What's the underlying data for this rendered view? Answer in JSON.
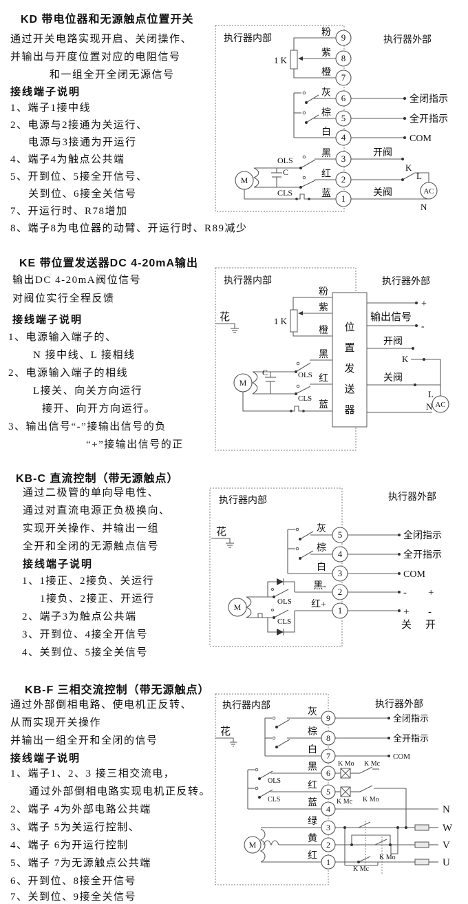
{
  "sections": [
    {
      "title": "KD 带电位器和无源触点位置开关",
      "subtitle": "接线端子说明",
      "desc": [
        "通过开关电路实现开启、关闭操作、",
        "并输出与开度位置对应的电阻信号",
        "和一组全开全闭无源信号"
      ],
      "items": [
        "1、端子1接中线",
        "2、电源与2接通为关运行、",
        "电源与3接通为开运行",
        "4、端子4为触点公共端",
        "5、开到位、5接全开信号、",
        "关到位、6接全关信号",
        "7、开运行时、R78增加",
        "8、端子8为电位器的动臂、开运行时、R89减少"
      ],
      "d": {
        "inside": "执行器内部",
        "outside": "执行器外部",
        "pot": "1 K",
        "m": "M",
        "c": "C",
        "ols": "OLS",
        "cls": "CLS",
        "wires": [
          "粉",
          "紫",
          "橙",
          "灰",
          "棕",
          "白",
          "黑",
          "红",
          "蓝"
        ],
        "terms": [
          "9",
          "8",
          "7",
          "6",
          "5",
          "4",
          "3",
          "2",
          "1"
        ],
        "close_ind": "全闭指示",
        "open_ind": "全开指示",
        "com": "COM",
        "open_valve": "开阀",
        "close_valve": "关阀",
        "k": "K",
        "l": "L",
        "n": "N",
        "ac": "AC"
      }
    },
    {
      "title": "KE  带位置发送器DC 4-20mA输出",
      "subtitle": "接线端子说明",
      "desc": [
        "输出DC 4-20mA阀位信号",
        "对阀位实行全程反馈"
      ],
      "items": [
        "1、电源输入端子的、",
        "N 接中线、L 接相线",
        "2、电源输入端子的相线",
        "L接关、向关方向运行",
        "接开、向开方向运行。",
        "3、输出信号“-”接输出信号的负",
        "“+”接输出信号的正"
      ],
      "d": {
        "inside": "执行器内部",
        "outside": "执行器外部",
        "ground": "花",
        "pot": "1 K",
        "m": "M",
        "c": "C",
        "ols": "OLS",
        "cls": "CLS",
        "wires": [
          "粉",
          "紫",
          "橙",
          "黑",
          "红",
          "蓝"
        ],
        "box": [
          "位",
          "置",
          "发",
          "送",
          "器"
        ],
        "plus": "+",
        "minus": "-",
        "out_sig": "输出信号",
        "open_valve": "开阀",
        "close_valve": "关阀",
        "k": "K",
        "l": "L",
        "n": "N",
        "ac": "AC"
      }
    },
    {
      "title": "KB-C 直流控制（带无源触点）",
      "subtitle": "接线端子说明",
      "desc": [
        "通过二极管的单向导电性、",
        "通过对直流电源正负极换向、",
        "实现开关操作、并输出一组",
        "全开和全闭的无源触点信号"
      ],
      "items": [
        "1、1接正、2接负、关运行",
        "1接负、2接正、开运行",
        "2、端子3为触点公共端",
        "3、开到位、4接全开信号",
        "4、关到位、5接全关信号"
      ],
      "d": {
        "inside": "执行器内部",
        "outside": "执行器外部",
        "ground": "花",
        "m": "M",
        "ols": "OLS",
        "cls": "CLS",
        "wires": [
          "灰",
          "棕",
          "白",
          "黑-",
          "红+"
        ],
        "terms": [
          "5",
          "4",
          "3",
          "2",
          "1"
        ],
        "close_ind": "全闭指示",
        "open_ind": "全开指示",
        "com": "COM",
        "plus": "+",
        "minus": "-",
        "close_ch": "关",
        "open_ch": "开"
      }
    },
    {
      "title": "KB-F 三相交流控制（带无源触点）",
      "subtitle": "接线端子说明",
      "desc": [
        "通过外部倒相电路、使电机正反转、",
        "从而实现开关操作",
        "并输出一组全开和全闭的信号"
      ],
      "items": [
        "1、端子1、2、3 接三相交流电，",
        "通过外部倒相电路实现电机正反转。",
        "2、端子 4为外部电路公共端",
        "3、端子 5为关运行控制、",
        "4、端子 6为开运行控制",
        "5、端子 7为无源触点公共端",
        "6、开到位、8接全开信号",
        "7、关到位、9接全关信号"
      ],
      "d": {
        "inside": "执行器内部",
        "outside": "执行器外部",
        "ground": "花",
        "m": "M",
        "ols": "OLS",
        "cls": "CLS",
        "wires": [
          "灰",
          "棕",
          "白",
          "黑",
          "红",
          "蓝",
          "绿",
          "黄",
          "红"
        ],
        "terms": [
          "9",
          "8",
          "7",
          "6",
          "5",
          "4",
          "3",
          "2",
          "1"
        ],
        "close_ind": "全闭指示",
        "open_ind": "全开指示",
        "com": "COM",
        "kmo": "K Mo",
        "kmc": "K Mc",
        "n": "N",
        "w": "W",
        "v": "V",
        "u": "U"
      }
    }
  ]
}
